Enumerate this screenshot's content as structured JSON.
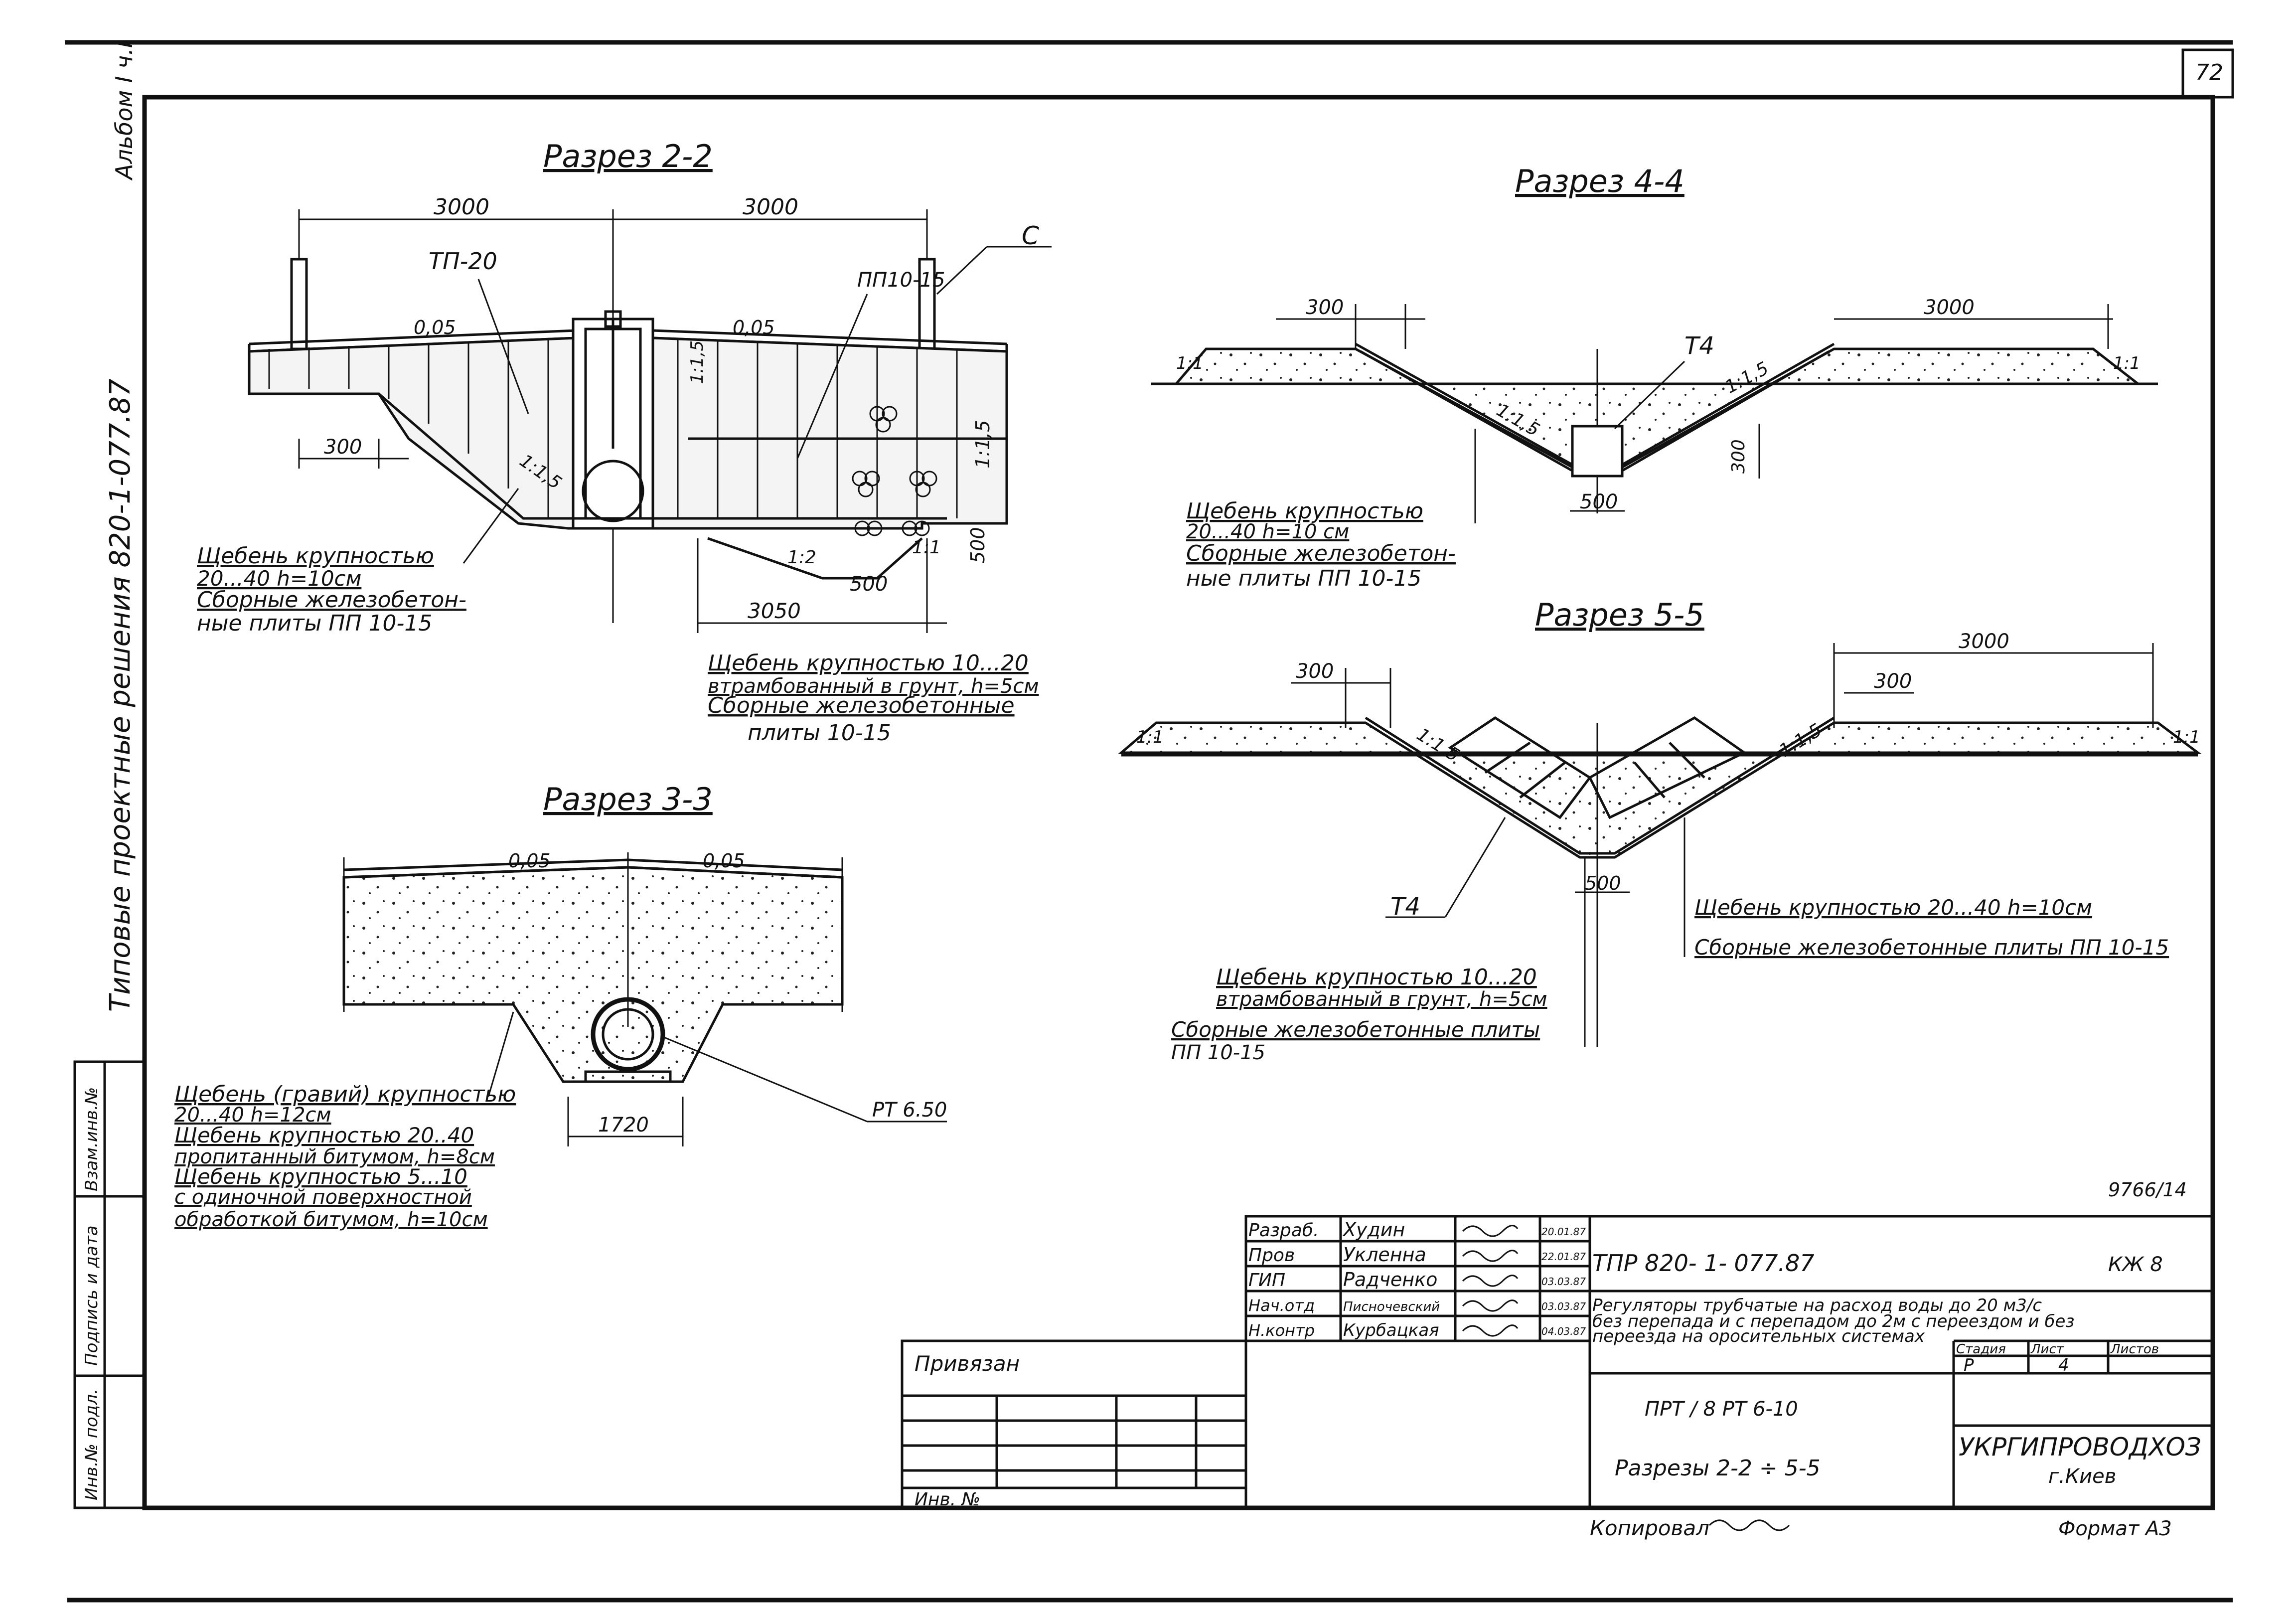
{
  "sheet": {
    "page_number": "72",
    "album": "Альбом I ч.I",
    "series_title": "Типовые проектные решения 820-1-077.87",
    "copy_mark": "9766/14"
  },
  "left_stamp": {
    "inv_podl": "Инв.№ подл.",
    "podpis_data": "Подпись и дата",
    "vzam_inv": "Взам.инв.№"
  },
  "section_2_2": {
    "title": "Разрез 2-2",
    "dim_left": "3000",
    "dim_right": "3000",
    "dim_300": "300",
    "dim_3050": "3050",
    "dim_500": "500",
    "dim_500v": "500",
    "dim_1_5": "1:1,5",
    "label_tp20": "ТП-20",
    "label_pp": "ПП10-15",
    "label_c": "С",
    "slope_left": "0,05",
    "slope_right": "0,05",
    "slope_15": "1:1,5",
    "slope_15b": "1:1,5",
    "slope_2": "1:2",
    "slope_1": "1:1",
    "note_left": [
      "Щебень крупностью",
      "20...40       h=10см",
      "Сборные железобетон-",
      "ные плиты ПП 10-15"
    ],
    "note_right": [
      "Щебень крупностью 10...20",
      "втрамбованный в грунт, h=5см",
      "Сборные железобетонные",
      "плиты 10-15"
    ]
  },
  "section_3_3": {
    "title": "Разрез 3-3",
    "slope_left": "0,05",
    "slope_right": "0,05",
    "dim_1720": "1720",
    "label_rt": "РТ 6.50",
    "note": [
      "Щебень (гравий) крупностью",
      "20...40       h=12см",
      "Щебень крупностью 20..40",
      "пропитанный битумом, h=8см",
      "Щебень крупностью 5...10",
      "с одиночной поверхностной",
      "обработкой битумом, h=10см"
    ]
  },
  "section_4_4": {
    "title": "Разрез 4-4",
    "dim_300": "300",
    "dim_3000": "3000",
    "dim_500": "500",
    "dim_300v": "300",
    "label_t4": "Т4",
    "slope_15l": "1:1,5",
    "slope_15r": "1:1,5",
    "slope_1l": "1:1",
    "slope_1r": "1:1",
    "note": [
      "Щебень крупностью",
      "20...40       h=10 см",
      "Сборные железобетон-",
      "ные плиты ПП 10-15"
    ]
  },
  "section_5_5": {
    "title": "Разрез 5-5",
    "dim_300l": "300",
    "dim_300r": "300",
    "dim_3000": "3000",
    "dim_500": "500",
    "label_t4": "Т4",
    "slope_15l": "1:1,5",
    "slope_15r": "1:1,5",
    "slope_1l": "1:1",
    "slope_1r": "1:1",
    "note_right": [
      "Щебень крупностью 20...40     h=10см",
      "Сборные железобетонные плиты ПП 10-15"
    ],
    "note_left": [
      "Щебень крупностью 10...20",
      "втрамбованный в грунт, h=5см",
      "Сборные железобетонные плиты",
      "ПП 10-15"
    ]
  },
  "title_block": {
    "privyazan": "Привязан",
    "inv_no": "Инв. №",
    "roles": [
      {
        "role": "Разраб.",
        "name": "Худин",
        "date": "20.01.87"
      },
      {
        "role": "Пров",
        "name": "Укленна",
        "date": "22.01.87"
      },
      {
        "role": "ГИП",
        "name": "Радченко",
        "date": "03.03.87"
      },
      {
        "role": "Нач.отд",
        "name": "Писночевский",
        "date": "03.03.87"
      },
      {
        "role": "Н.контр",
        "name": "Курбацкая",
        "date": "04.03.87"
      }
    ],
    "doc_code": "ТПР 820- 1- 077.87",
    "sheet_code": "КЖ 8",
    "description": [
      "Регуляторы трубчатые на расход воды до 20 м3/с",
      "без перепада и с перепадом до 2м с переездом и без",
      "переезда на оросительных системах"
    ],
    "stage_label": "Стадия",
    "sheet_label": "Лист",
    "sheets_label": "Листов",
    "stage_value": "Р",
    "sheet_value": "4",
    "item_ref": "ПРТ / 8 РТ 6-10",
    "section_name": "Разрезы 2-2 ÷ 5-5",
    "org": "УКРГИПРОВОДХОЗ",
    "city": "г.Киев",
    "copied": "Копировал",
    "format": "Формат А3"
  }
}
